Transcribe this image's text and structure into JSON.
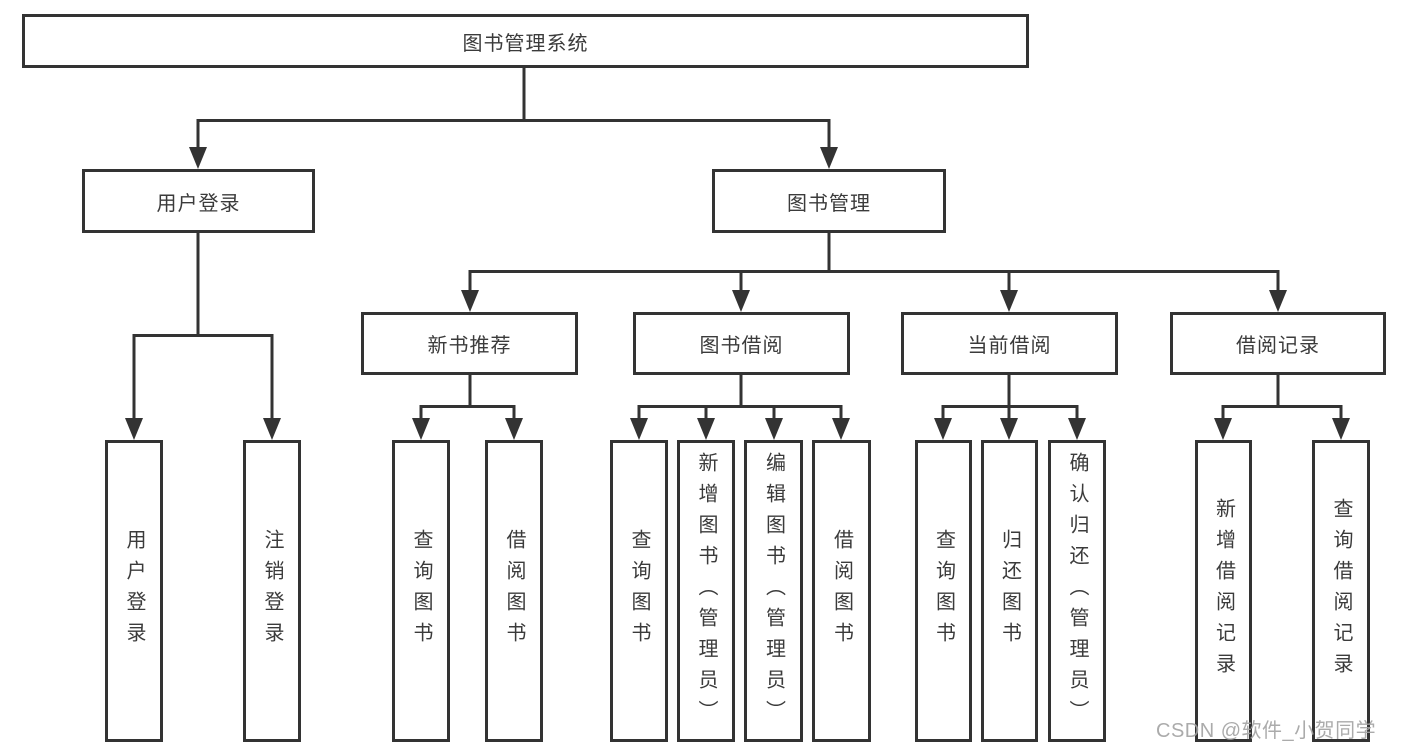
{
  "nodes": {
    "root": {
      "label": "图书管理系统"
    },
    "level1": [
      {
        "label": "用户登录"
      },
      {
        "label": "图书管理"
      }
    ],
    "level2": [
      {
        "label": "新书推荐"
      },
      {
        "label": "图书借阅"
      },
      {
        "label": "当前借阅"
      },
      {
        "label": "借阅记录"
      }
    ],
    "leaves": [
      {
        "label": "用户登录"
      },
      {
        "label": "注销登录"
      },
      {
        "label": "查询图书"
      },
      {
        "label": "借阅图书"
      },
      {
        "label": "查询图书"
      },
      {
        "label": "新增图书（管理员）"
      },
      {
        "label": "编辑图书（管理员）"
      },
      {
        "label": "借阅图书"
      },
      {
        "label": "查询图书"
      },
      {
        "label": "归还图书"
      },
      {
        "label": "确认归还（管理员）"
      },
      {
        "label": "新增借阅记录"
      },
      {
        "label": "查询借阅记录"
      }
    ]
  },
  "watermark": {
    "text": "CSDN @软件_小贺同学"
  },
  "colors": {
    "line": "#333333",
    "text": "#3b3b3b",
    "background": "#ffffff",
    "watermark": "#a3a3a3"
  }
}
